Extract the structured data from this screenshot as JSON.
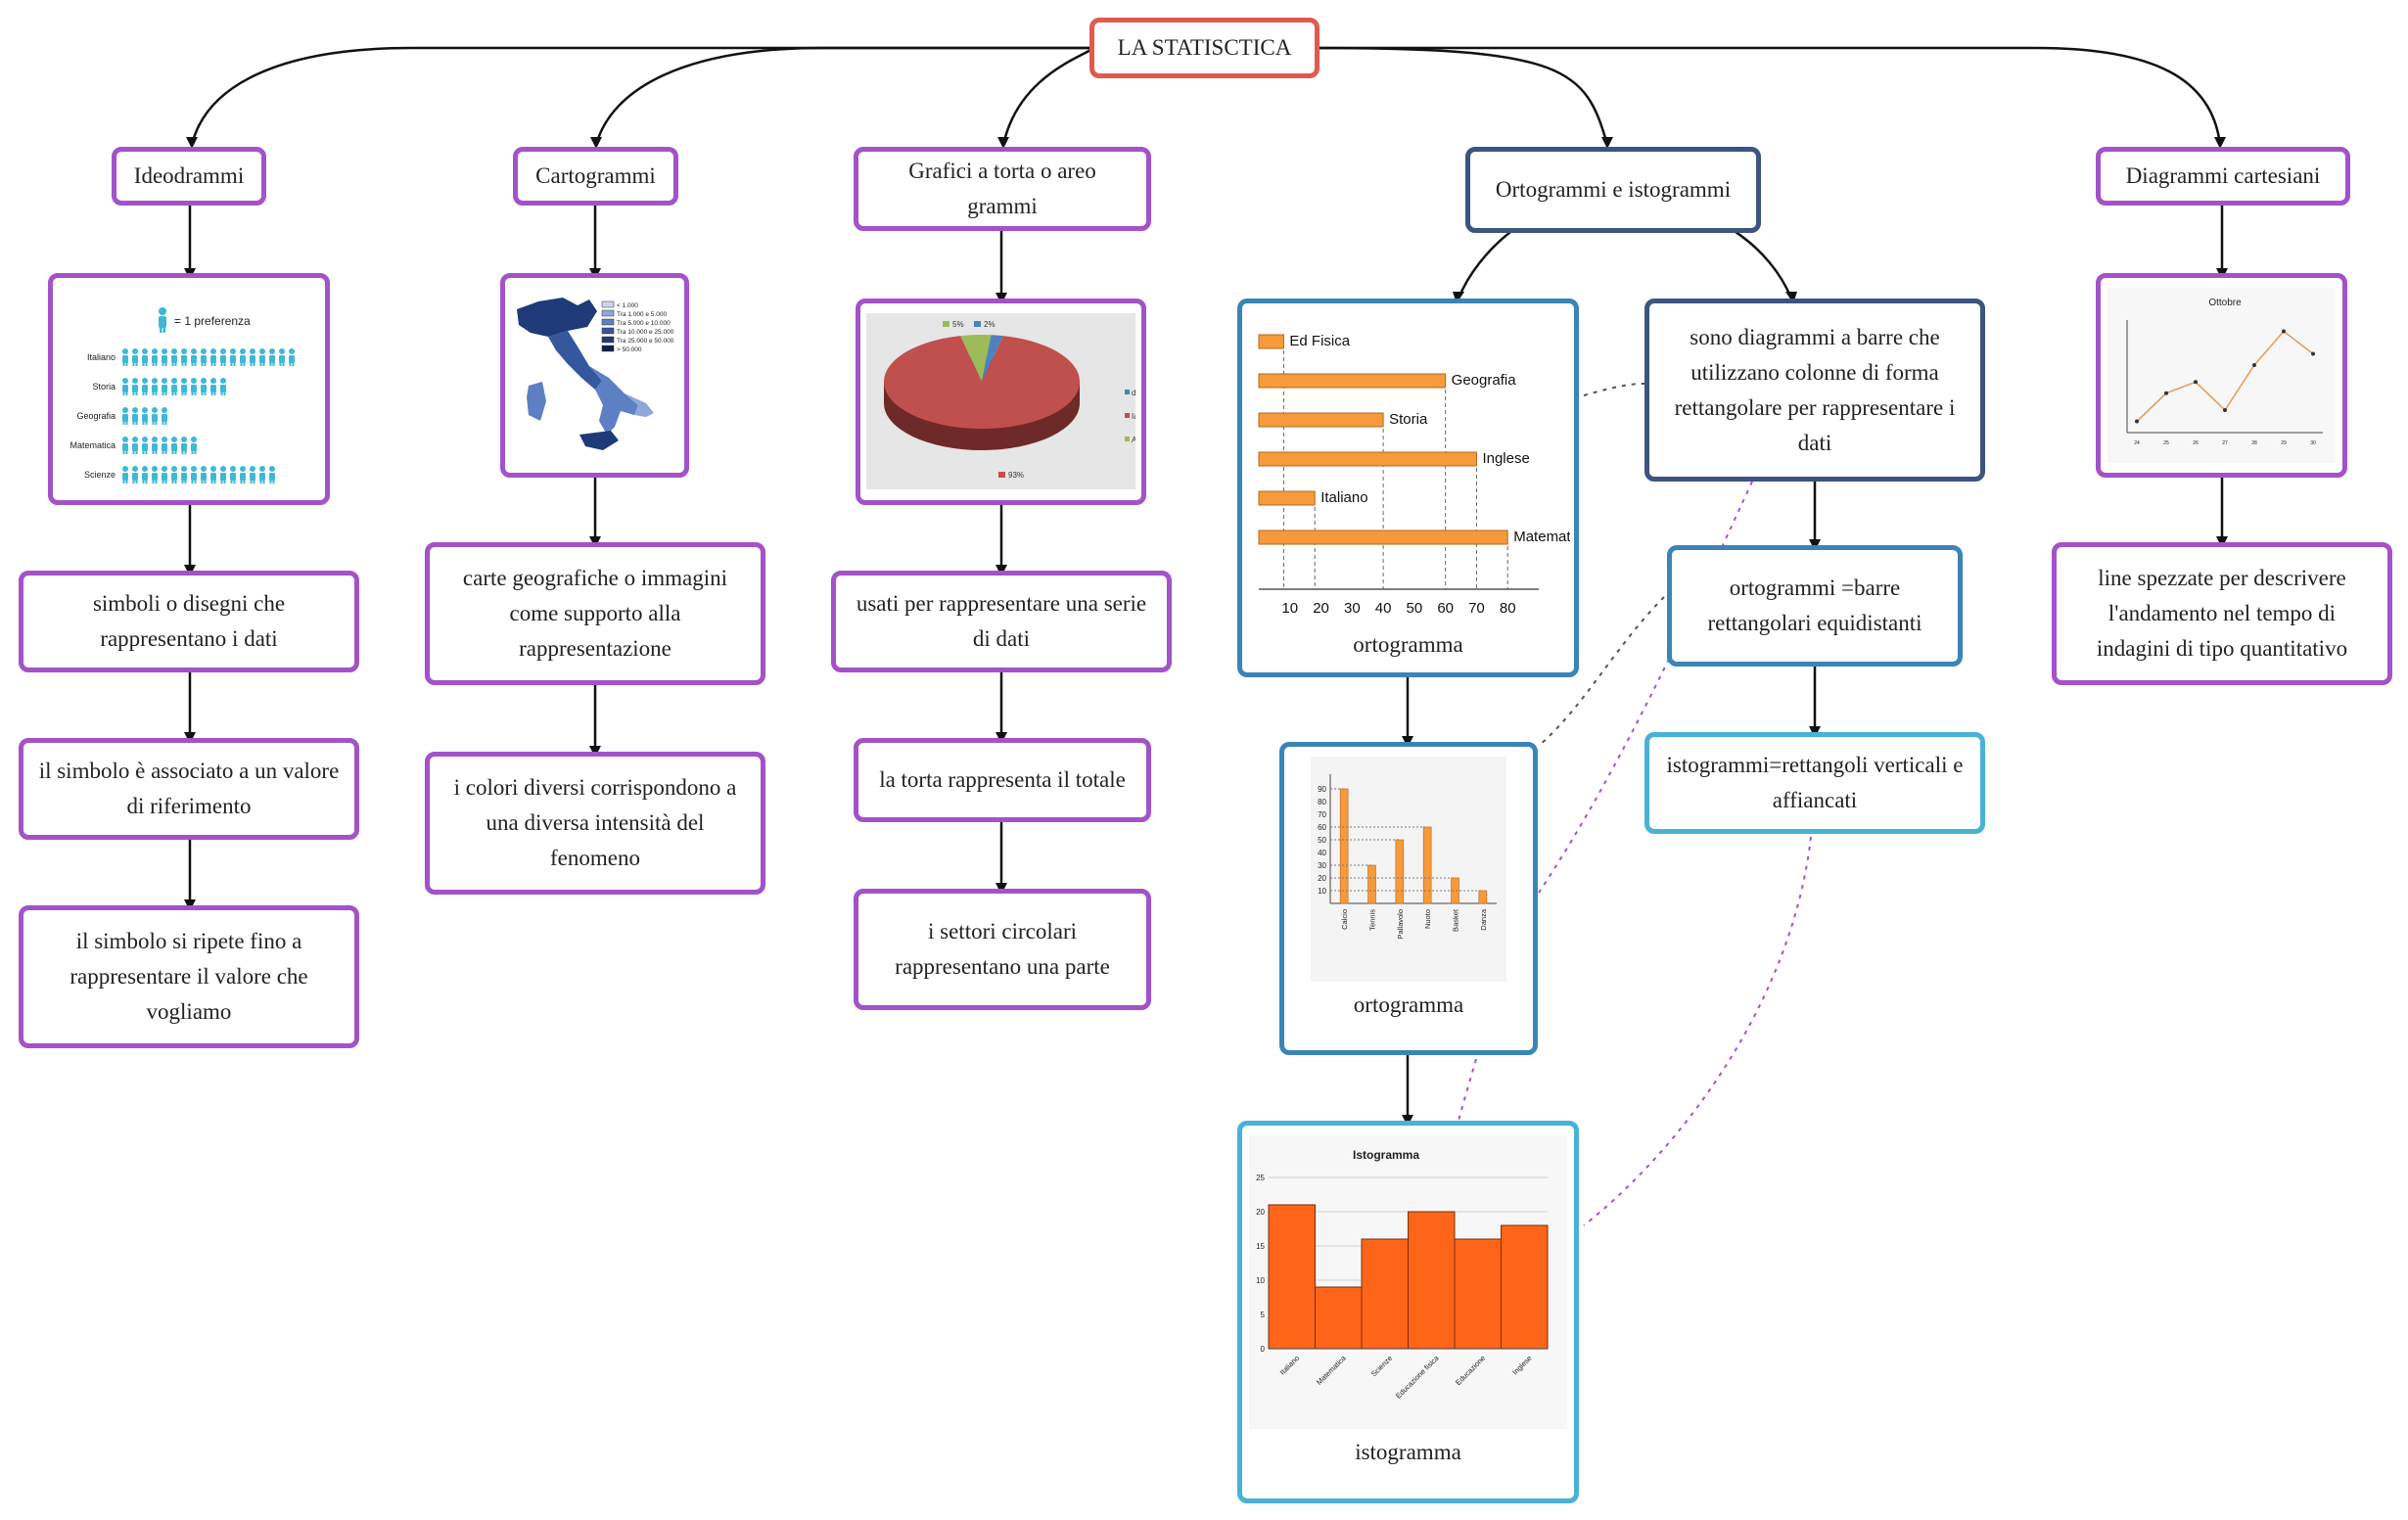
{
  "root": {
    "label": "LA STATISCTICA"
  },
  "branches": {
    "ideo": {
      "title": "Ideodrammi",
      "texts": [
        "simboli o disegni che rappresentano i dati",
        "il simbolo è associato a un valore di riferimento",
        "il simbolo si ripete fino a rappresentare il valore che vogliamo"
      ],
      "picture": {
        "legend": "= 1 preferenza",
        "rows": [
          {
            "label": "Italiano",
            "count": 18
          },
          {
            "label": "Storia",
            "count": 11
          },
          {
            "label": "Geografia",
            "count": 5
          },
          {
            "label": "Matematica",
            "count": 8
          },
          {
            "label": "Scienze",
            "count": 16
          }
        ]
      }
    },
    "carto": {
      "title": "Cartogrammi",
      "texts": [
        "carte geografiche o immagini come supporto alla rappresentazione",
        "i colori diversi corrispondono a una diversa intensità del fenomeno"
      ],
      "picture": {
        "legend": [
          "< 1.000",
          "Tra 1.000 e 5.000",
          "Tra 5.000 e 10.000",
          "Tra 10.000 e 25.000",
          "Tra 25.000 e 50.000",
          "> 50.000"
        ],
        "colors": [
          "#c9d6ee",
          "#8ea7d8",
          "#5d7fc4",
          "#34579e",
          "#1e3a78",
          "#0f1f4b"
        ]
      }
    },
    "torta": {
      "title": "Grafici a torta o areo grammi",
      "texts": [
        "usati per rappresentare una serie di dati",
        "la torta rappresenta il totale",
        "i settori circolari rappresentano una parte"
      ],
      "picture": {
        "slices": [
          {
            "label": "93%",
            "value": 93,
            "color": "#c0504d"
          },
          {
            "label": "5%",
            "value": 5,
            "color": "#9bbb59"
          },
          {
            "label": "2%",
            "value": 2,
            "color": "#4f81bd"
          }
        ],
        "legend": [
          "di",
          "Ia",
          "Al"
        ]
      }
    },
    "orto": {
      "title": "Ortogrammi e istogrammi",
      "definition": "sono diagrammi a barre che utilizzano colonne di forma rettangolare per rappresentare i dati",
      "orto_def": "ortogrammi =barre rettangolari equidistanti",
      "isto_def": "istogrammi=rettangoli verticali e affiancati",
      "captions": {
        "ortogramma1": "ortogramma",
        "ortogramma2": "ortogramma",
        "istogramma": "istogramma"
      }
    },
    "cart": {
      "title": "Diagrammi cartesiani",
      "texts": [
        "line spezzate per descrivere l'andamento nel tempo di indagini di tipo quantitativo"
      ]
    }
  },
  "chart_data": [
    {
      "type": "bar",
      "orientation": "horizontal",
      "categories": [
        "Ed Fisica",
        "Geografia",
        "Storia",
        "Inglese",
        "Italiano",
        "Matematica"
      ],
      "values": [
        8,
        60,
        40,
        70,
        18,
        80
      ],
      "xticks": [
        "10",
        "20",
        "30",
        "40",
        "50",
        "60",
        "70",
        "80"
      ],
      "xlim": [
        0,
        90
      ],
      "color": "#f79a3b"
    },
    {
      "type": "bar",
      "categories": [
        "Calcio",
        "Tennis",
        "Pallavolo",
        "Nuoto",
        "Basket",
        "Danza"
      ],
      "values": [
        90,
        30,
        50,
        60,
        20,
        10
      ],
      "yticks": [
        "10",
        "20",
        "30",
        "40",
        "50",
        "60",
        "70",
        "80",
        "90"
      ],
      "ylim": [
        0,
        100
      ],
      "color": "#f79a3b"
    },
    {
      "type": "bar",
      "title": "Istogramma",
      "categories": [
        "Italiano",
        "Matematica",
        "Scienze",
        "Educazione fisica",
        "Educazione",
        "Inglese"
      ],
      "values": [
        21,
        9,
        16,
        20,
        16,
        18
      ],
      "yticks": [
        "0",
        "5",
        "10",
        "15",
        "20",
        "25"
      ],
      "ylim": [
        0,
        25
      ],
      "color": "#fe6519"
    },
    {
      "type": "line",
      "title": "Ottobre",
      "x": [
        "24",
        "25",
        "26",
        "27",
        "28",
        "29",
        "30"
      ],
      "values": [
        2,
        7,
        9,
        4,
        12,
        18,
        14
      ],
      "ylim": [
        0,
        20
      ],
      "color": "#e0a060"
    }
  ]
}
